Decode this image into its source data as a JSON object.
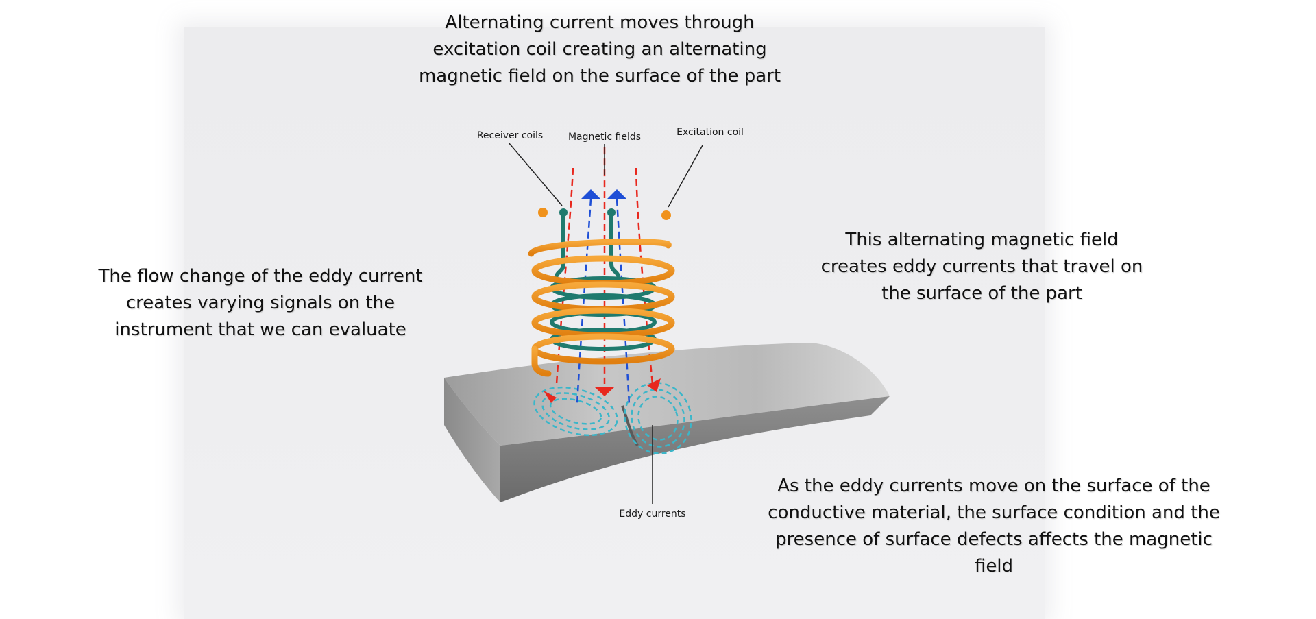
{
  "captions": {
    "top": "Alternating current moves through\nexcitation coil creating an alternating\nmagnetic field on the surface of the part",
    "left": "The flow change of the eddy current\ncreates varying signals on the\ninstrument that we can evaluate",
    "right": "This alternating magnetic field\ncreates eddy currents that travel on\nthe surface of the part",
    "bottom": "As the eddy currents move on the surface of the\nconductive material,  the surface condition and the\npresence of surface defects affects the magnetic\nfield"
  },
  "labels": {
    "receiver_coils": "Receiver coils",
    "magnetic_fields": "Magnetic fields",
    "excitation_coil": "Excitation coil",
    "eddy_currents": "Eddy currents"
  },
  "colors": {
    "excitation_coil": "#f0921c",
    "receiver_coils": "#1f7a6e",
    "field_red": "#e8281e",
    "field_blue": "#1f4fd6",
    "eddy": "#3bb6c9",
    "part": "#8e8e8e"
  }
}
